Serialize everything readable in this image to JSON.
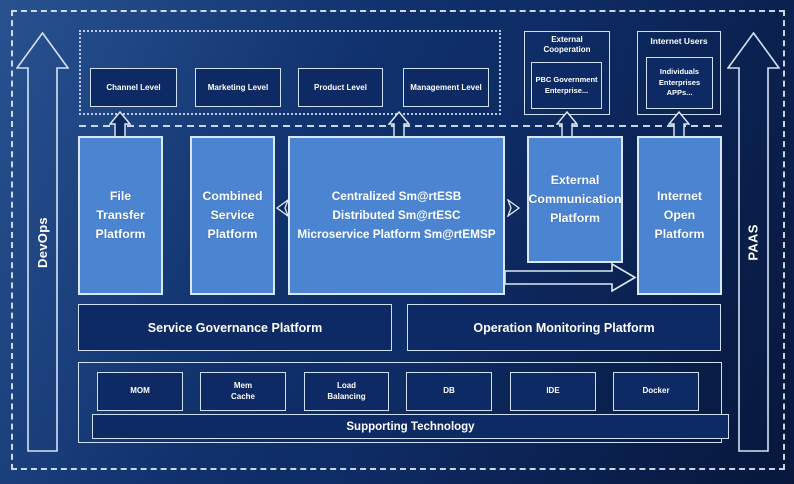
{
  "colors": {
    "background_dark": "#0a2152",
    "panel_dark": "#0d2a64",
    "platform_blue": "#4b84d0",
    "border_light": "#d9e7f7",
    "text": "#ffffff"
  },
  "rails": {
    "devops": "DevOps",
    "paas": "PAAS"
  },
  "levels": {
    "items": [
      "Channel Level",
      "Marketing Level",
      "Product Level",
      "Management Level"
    ]
  },
  "external_cooperation": {
    "title": "External\nCooperation",
    "entities": "PBC Government\nEnterprise..."
  },
  "internet_users": {
    "title": "Internet Users",
    "entities": "Individuals\nEnterprises\nAPPs..."
  },
  "platforms": {
    "file_transfer": "File\nTransfer\nPlatform",
    "combined_service": "Combined\nService\nPlatform",
    "central": "Centralized Sm@rtESB\nDistributed Sm@rtESC\nMicroservice Platform Sm@rtEMSP",
    "external_communication": "External\nCommunication\nPlatform",
    "internet_open": "Internet\nOpen\nPlatform"
  },
  "governance": {
    "service": "Service Governance Platform",
    "operation": "Operation Monitoring Platform"
  },
  "supporting": {
    "banner": "Supporting Technology",
    "items": [
      "MOM",
      "Mem\nCache",
      "Load\nBalancing",
      "DB",
      "IDE",
      "Docker"
    ]
  }
}
